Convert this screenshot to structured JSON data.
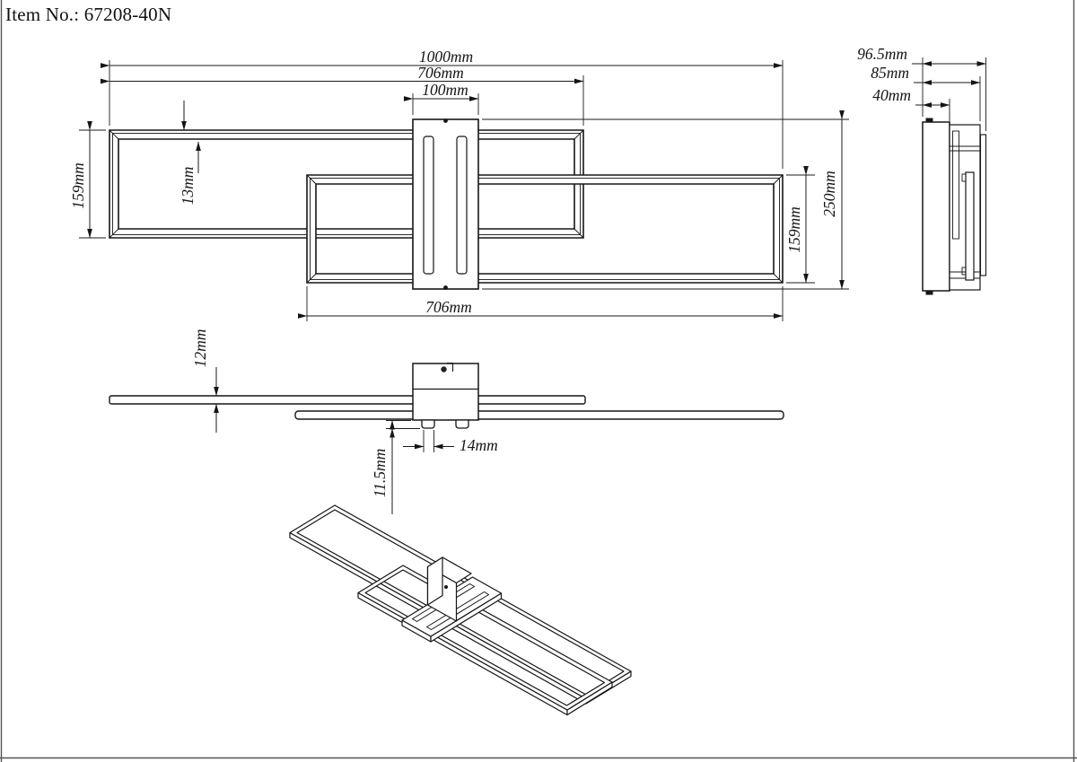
{
  "page": {
    "title": "Item No.: 67208-40N"
  },
  "colors": {
    "line": "#161616",
    "dim_line": "#1a1a1a",
    "background": "#ffffff"
  },
  "views": {
    "top": {
      "dims": {
        "overall_width": "1000mm",
        "upper_frame_width": "706mm",
        "canopy_width": "100mm",
        "left_frame_height": "159mm",
        "frame_profile": "13mm",
        "right_frame_height": "159mm",
        "overall_depth": "250mm",
        "lower_frame_width": "706mm"
      }
    },
    "side": {
      "dims": {
        "total_depth": "96.5mm",
        "body_depth": "85mm",
        "canopy_depth": "40mm"
      }
    },
    "front": {
      "dims": {
        "profile_thickness": "12mm",
        "slot_width": "14mm",
        "foot_offset": "11.5mm"
      }
    }
  }
}
